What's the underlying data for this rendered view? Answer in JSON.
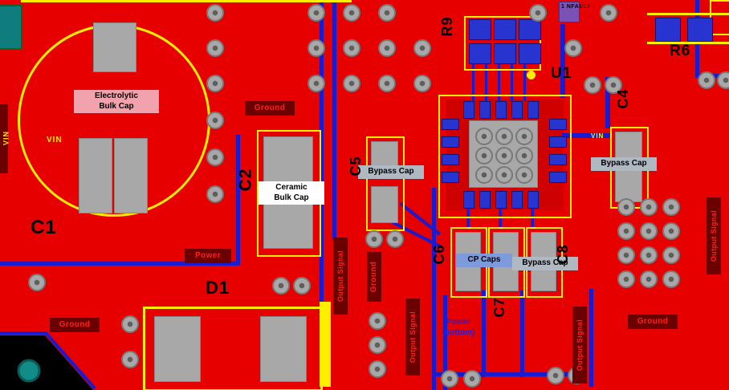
{
  "colors": {
    "board_red": "#e60000",
    "dark_red": "#6b0000",
    "label_red": "#ff2020",
    "yellow": "#ffee00",
    "pad_gray": "#a8a8a8",
    "via_ring": "#787878",
    "via_hole": "#5e5e5e",
    "trace_blue": "#1a1ace",
    "teal": "#0f7d7d",
    "pink": "#f2a2ac",
    "gray_label": "#b0b8c2",
    "blue_label": "#7d9bdb",
    "purple": "#7a52b5",
    "blue_text": "#2020e0"
  },
  "designators": {
    "C1": "C1",
    "C2": "C2",
    "C4": "C4",
    "C5": "C5",
    "C6": "C6",
    "C7": "C7",
    "C8": "C8",
    "D1": "D1",
    "R6": "R6",
    "R9": "R9",
    "U1": "U1",
    "VIN": "VIN",
    "NFAULT": "1 NFAULT"
  },
  "net_labels": {
    "ground": "Ground",
    "power": "Power",
    "output_signal": "Output Signal"
  },
  "annotations": {
    "electrolytic_line1": "Electrolytic",
    "electrolytic_line2": "Bulk Cap",
    "ceramic_line1": "Ceramic",
    "ceramic_line2": "Bulk Cap",
    "bypass": "Bypass Cap",
    "cp_caps": "CP Caps",
    "power_bottom_line1": "Power",
    "power_bottom_line2": "(bottom)"
  }
}
